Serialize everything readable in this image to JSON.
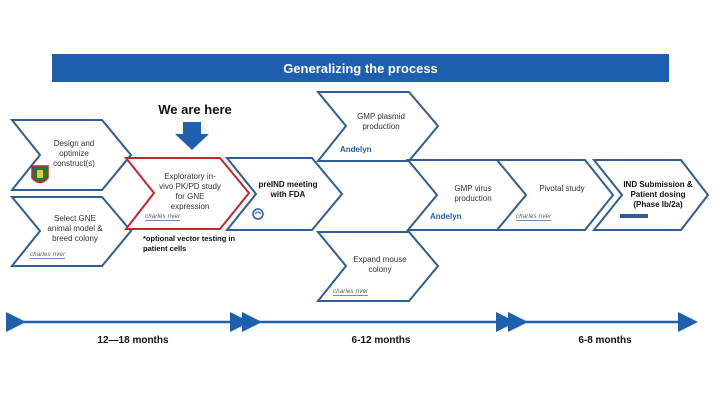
{
  "banner": {
    "title": "Generalizing the process"
  },
  "marker": {
    "label": "We are here"
  },
  "steps": {
    "design": "Design and optimize construct(s)",
    "select": "Select GNE animal model & breed colony",
    "exploratory": "Exploratory in-vivo PK/PD study for GNE expression",
    "preind": "preIND meeting with FDA",
    "gmp_plasmid": "GMP plasmid production",
    "expand": "Expand mouse colony",
    "gmp_virus": "GMP virus production",
    "pivotal": "Pivotal study",
    "ind": "IND Submission & Patient dosing (Phase Ib/2a)"
  },
  "note": "*optional vector testing in patient cells",
  "logos": {
    "charles_river": "charles river",
    "andelyn": "Andelyn"
  },
  "timeline": {
    "phase1": "12—18 months",
    "phase2": "6-12 months",
    "phase3": "6-8 months"
  },
  "colors": {
    "accent": "#1f5fb0",
    "highlight": "#c0282d",
    "outline": "#2f5d96"
  }
}
